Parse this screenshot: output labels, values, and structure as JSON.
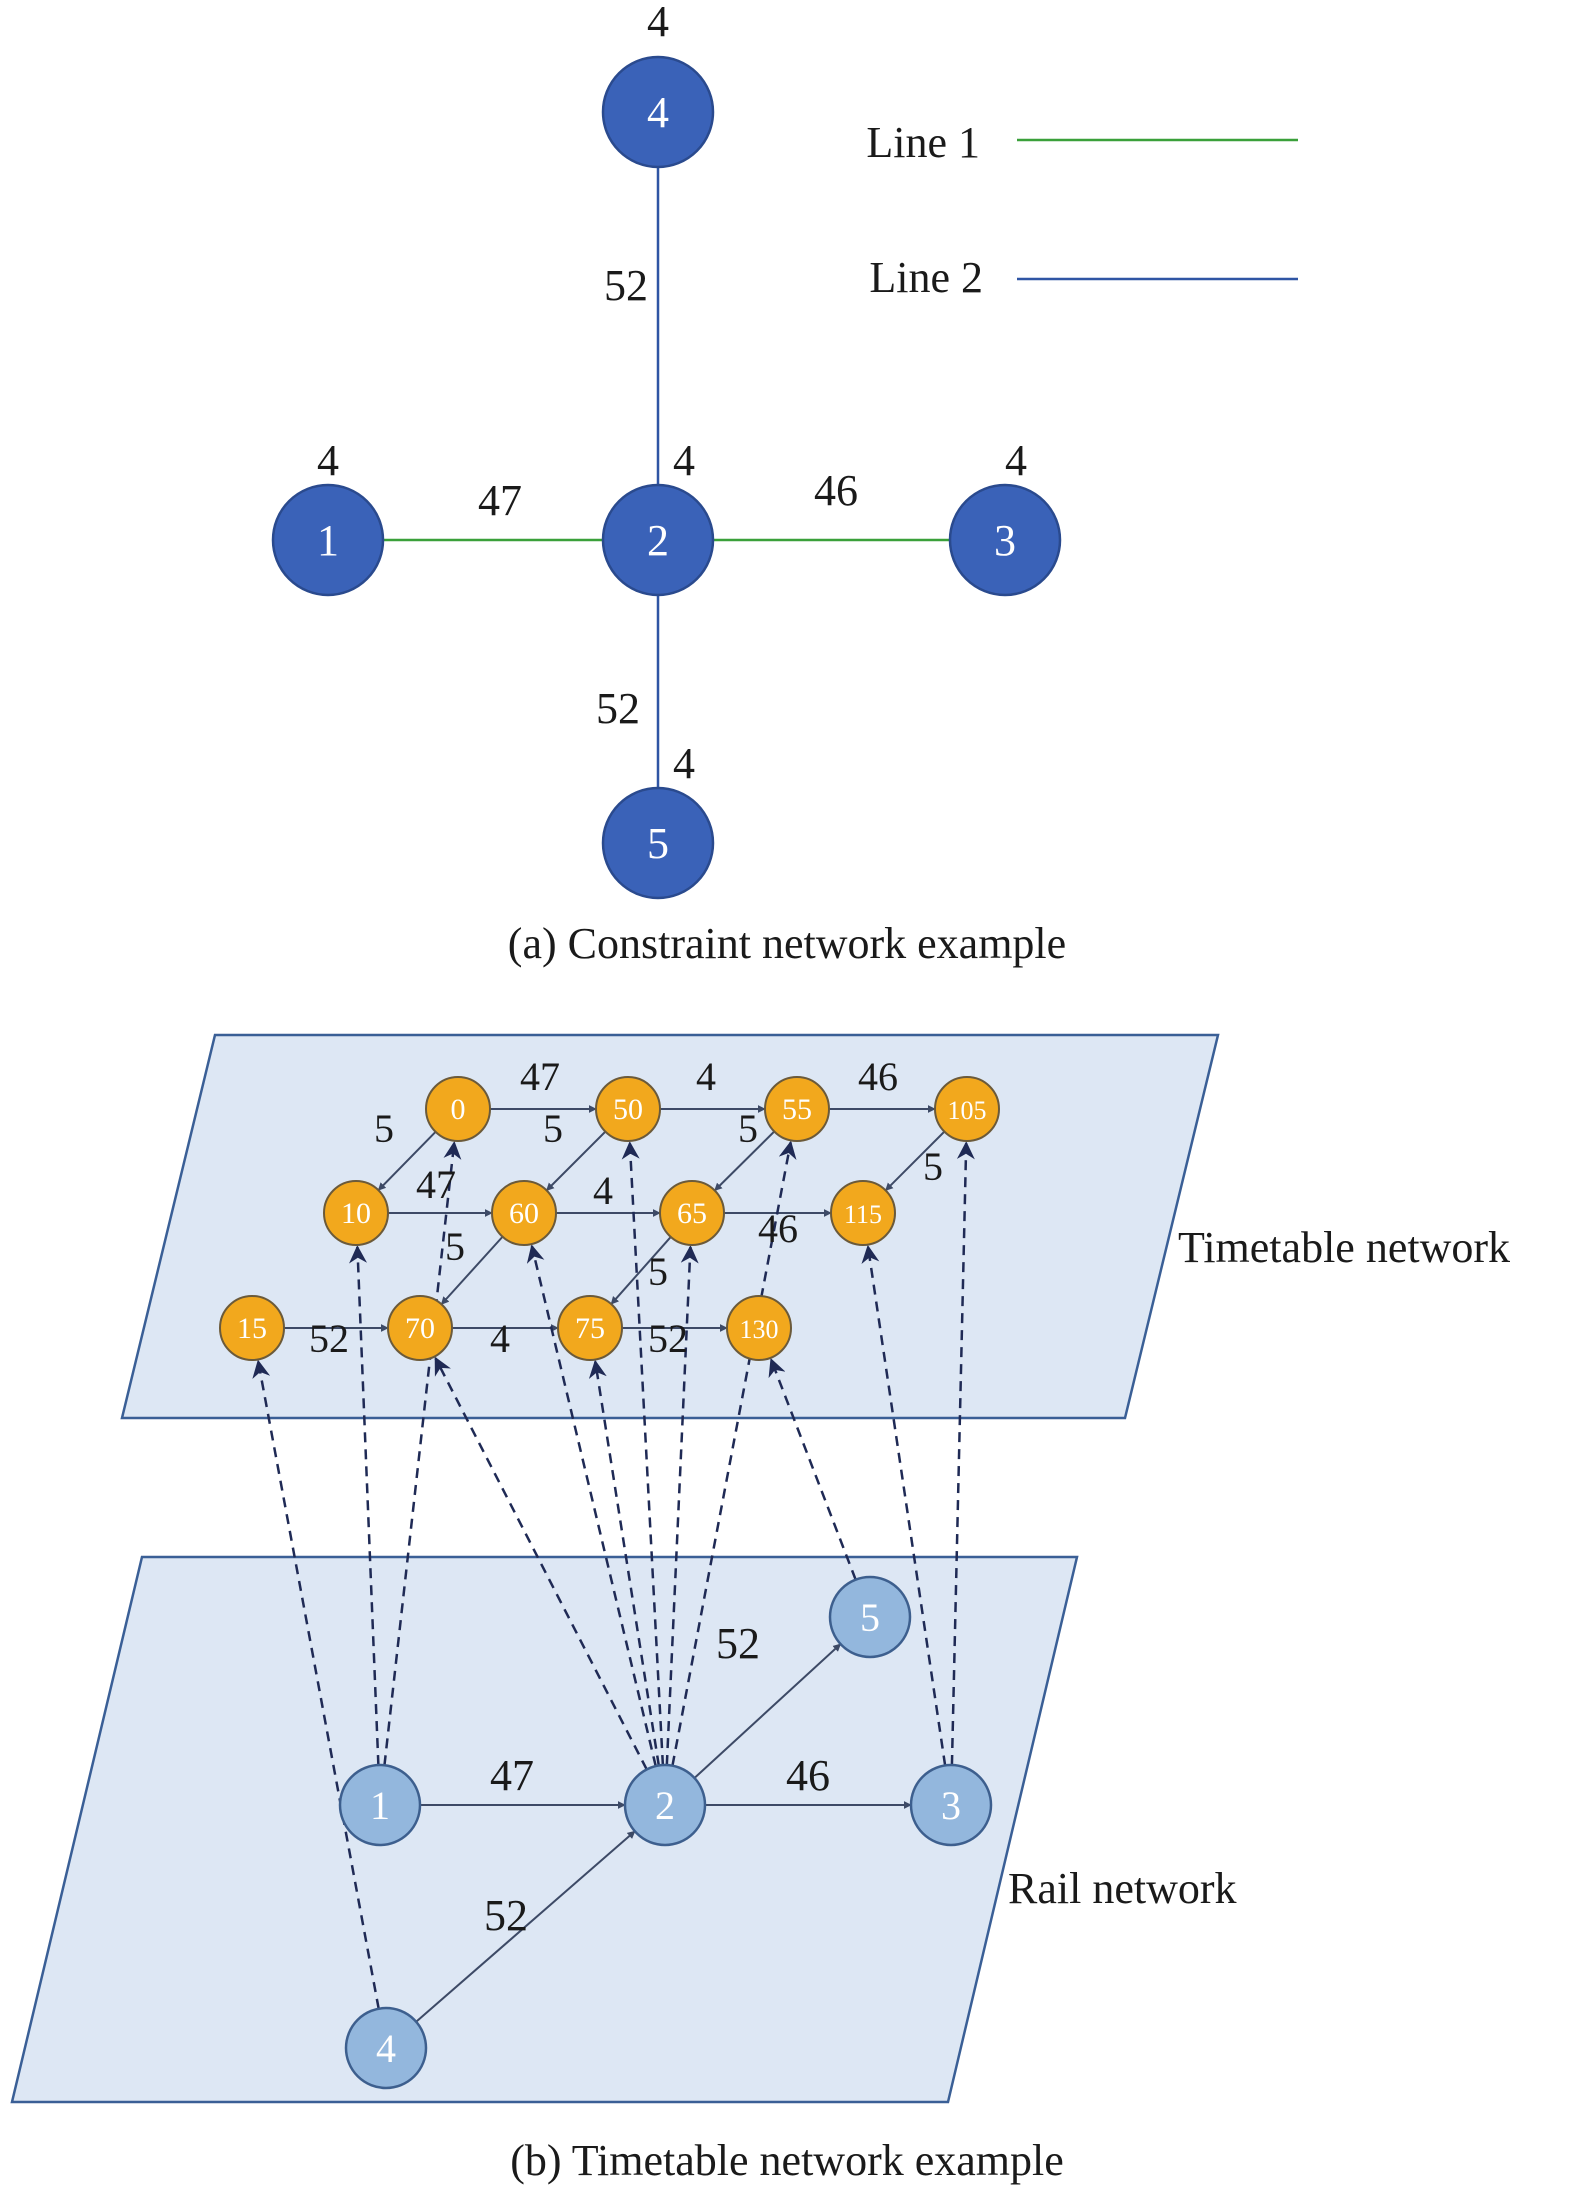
{
  "panel_a": {
    "caption": "(a) Constraint network example",
    "legend": [
      {
        "label": "Line 1",
        "color": "#3aa03a"
      },
      {
        "label": "Line 2",
        "color": "#2f55a4"
      }
    ],
    "nodes": [
      {
        "id": "1",
        "label": "1",
        "top_label": "4"
      },
      {
        "id": "2",
        "label": "2",
        "top_label": "4"
      },
      {
        "id": "3",
        "label": "3",
        "top_label": "4"
      },
      {
        "id": "4",
        "label": "4",
        "top_label": "4"
      },
      {
        "id": "5",
        "label": "5",
        "top_label": "4"
      }
    ],
    "edges": [
      {
        "from": "1",
        "to": "2",
        "label": "47",
        "line": "Line 1"
      },
      {
        "from": "2",
        "to": "3",
        "label": "46",
        "line": "Line 1"
      },
      {
        "from": "4",
        "to": "2",
        "label": "52",
        "line": "Line 2"
      },
      {
        "from": "2",
        "to": "5",
        "label": "52",
        "line": "Line 2"
      }
    ],
    "colors": {
      "node_fill": "#3a62b8",
      "node_stroke": "#2a4a8e"
    }
  },
  "panel_b": {
    "caption": "(b) Timetable network example",
    "timetable_label": "Timetable network",
    "rail_label": "Rail network",
    "timetable_nodes": [
      {
        "id": "0",
        "label": "0"
      },
      {
        "id": "50",
        "label": "50"
      },
      {
        "id": "55",
        "label": "55"
      },
      {
        "id": "105",
        "label": "105"
      },
      {
        "id": "10",
        "label": "10"
      },
      {
        "id": "60",
        "label": "60"
      },
      {
        "id": "65",
        "label": "65"
      },
      {
        "id": "115",
        "label": "115"
      },
      {
        "id": "15",
        "label": "15"
      },
      {
        "id": "70",
        "label": "70"
      },
      {
        "id": "75",
        "label": "75"
      },
      {
        "id": "130",
        "label": "130"
      }
    ],
    "timetable_edges": [
      {
        "from": "0",
        "to": "50",
        "label": "47"
      },
      {
        "from": "50",
        "to": "55",
        "label": "4"
      },
      {
        "from": "55",
        "to": "105",
        "label": "46"
      },
      {
        "from": "0",
        "to": "10",
        "label": "5"
      },
      {
        "from": "50",
        "to": "60",
        "label": "5"
      },
      {
        "from": "55",
        "to": "65",
        "label": "5"
      },
      {
        "from": "105",
        "to": "115",
        "label": "5"
      },
      {
        "from": "10",
        "to": "60",
        "label": "47"
      },
      {
        "from": "60",
        "to": "65",
        "label": "4"
      },
      {
        "from": "65",
        "to": "115",
        "label": "46"
      },
      {
        "from": "60",
        "to": "70",
        "label": "5"
      },
      {
        "from": "65",
        "to": "75",
        "label": "5"
      },
      {
        "from": "15",
        "to": "70",
        "label": "52"
      },
      {
        "from": "70",
        "to": "75",
        "label": "4"
      },
      {
        "from": "75",
        "to": "130",
        "label": "52"
      }
    ],
    "rail_nodes": [
      {
        "id": "1",
        "label": "1"
      },
      {
        "id": "2",
        "label": "2"
      },
      {
        "id": "3",
        "label": "3"
      },
      {
        "id": "4",
        "label": "4"
      },
      {
        "id": "5",
        "label": "5"
      }
    ],
    "rail_edges": [
      {
        "from": "1",
        "to": "2",
        "label": "47"
      },
      {
        "from": "2",
        "to": "3",
        "label": "46"
      },
      {
        "from": "4",
        "to": "2",
        "label": "52"
      },
      {
        "from": "2",
        "to": "5",
        "label": "52"
      }
    ],
    "mappings": [
      {
        "rail": "1",
        "timetable": "10"
      },
      {
        "rail": "1",
        "timetable": "0"
      },
      {
        "rail": "4",
        "timetable": "15"
      },
      {
        "rail": "2",
        "timetable": "70"
      },
      {
        "rail": "2",
        "timetable": "60"
      },
      {
        "rail": "2",
        "timetable": "75"
      },
      {
        "rail": "2",
        "timetable": "50"
      },
      {
        "rail": "2",
        "timetable": "65"
      },
      {
        "rail": "2",
        "timetable": "55"
      },
      {
        "rail": "5",
        "timetable": "130"
      },
      {
        "rail": "3",
        "timetable": "115"
      },
      {
        "rail": "3",
        "timetable": "105"
      }
    ],
    "colors": {
      "plane_fill": "#dde7f4",
      "plane_stroke": "#3a5f96",
      "timetable_node_fill": "#f2a81d",
      "timetable_node_stroke": "#6b5a3a",
      "rail_node_fill": "#93b7dd",
      "rail_node_stroke": "#3d5f8e",
      "arrow": "#3d4a66",
      "mapping": "#1f2a55"
    }
  }
}
